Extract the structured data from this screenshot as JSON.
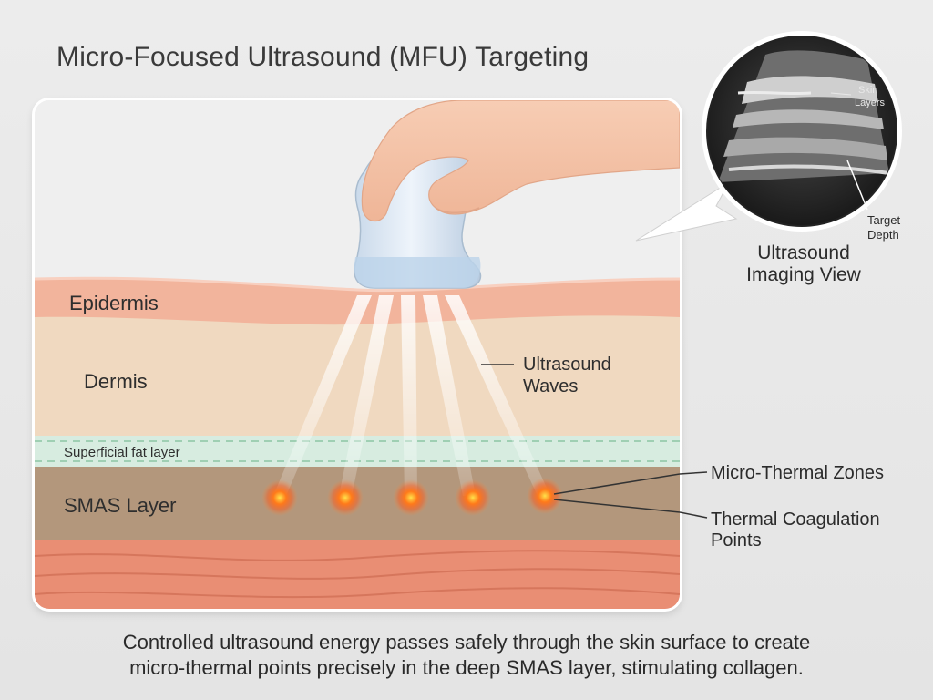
{
  "title": "Micro-Focused Ultrasound (MFU) Targeting",
  "layers": {
    "epidermis": "Epidermis",
    "dermis": "Dermis",
    "superficial_fat": "Superficial fat layer",
    "smas": "SMAS Layer"
  },
  "annotations": {
    "ultrasound_waves": [
      "Ultrasound",
      "Waves"
    ],
    "micro_thermal_zones": "Micro-Thermal Zones",
    "thermal_coagulation": [
      "Thermal Coagulation",
      "Points"
    ]
  },
  "imaging_view": {
    "label": [
      "Ultrasound",
      "Imaging View"
    ],
    "skin_layers": [
      "Skin",
      "Layers"
    ],
    "target_depth": [
      "Target",
      "Depth"
    ]
  },
  "caption": [
    "Controlled ultrasound energy passes safely through the skin surface to create",
    "micro-thermal points precisely in the deep SMAS layer, stimulating collagen."
  ],
  "thermal_points_count": 5,
  "colors": {
    "epidermis": "#f2b49c",
    "dermis": "#f0d9c0",
    "fat_layer": "#d7ece0",
    "smas": "#b3977c",
    "muscle": "#e98e74",
    "probe": "#d8e6f3",
    "hand": "#f5c3a8",
    "hotspot": "#ff7a1a"
  }
}
